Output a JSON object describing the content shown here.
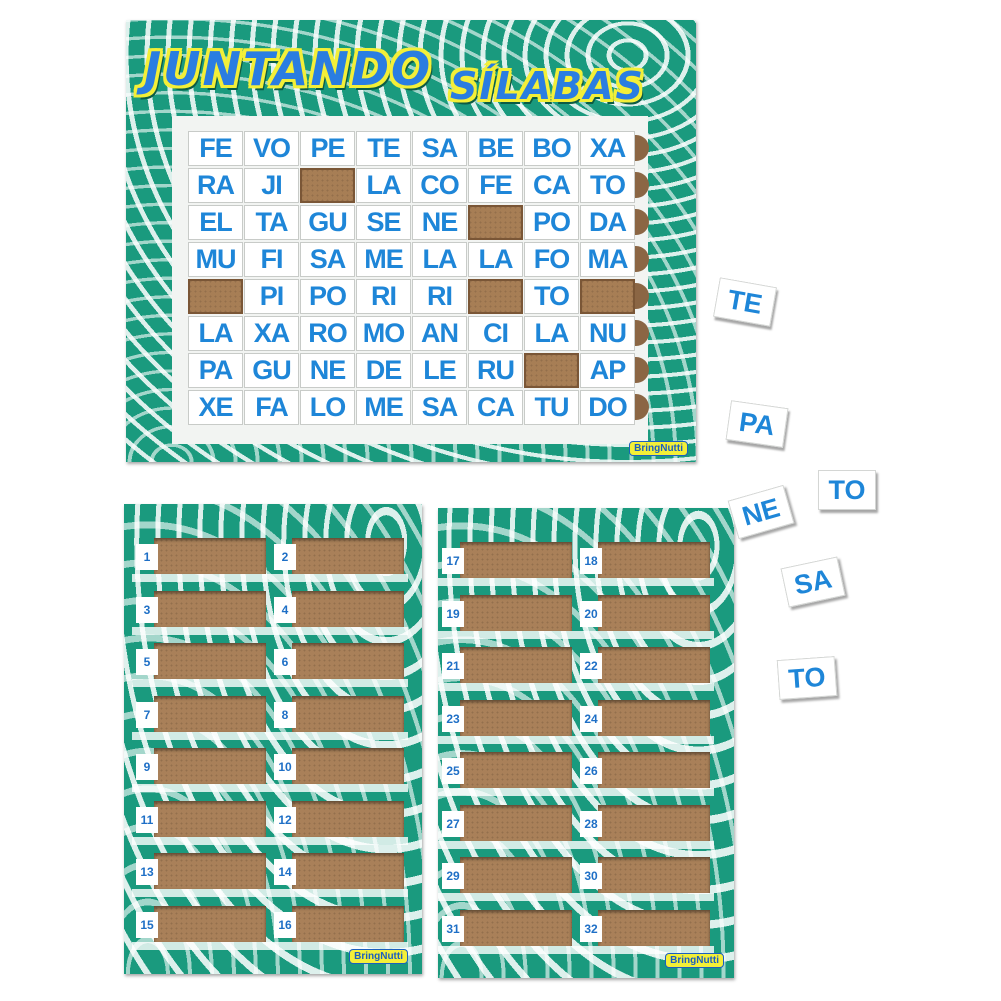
{
  "main_board": {
    "title_line1": "JUNTANDO",
    "title_line2": "SÍLABAS",
    "brand": "BringNutti",
    "grid": [
      [
        "FE",
        "VO",
        "PE",
        "TE",
        "SA",
        "BE",
        "BO",
        "XA"
      ],
      [
        "RA",
        "JI",
        "",
        "LA",
        "CO",
        "FE",
        "CA",
        "TO"
      ],
      [
        "EL",
        "TA",
        "GU",
        "SE",
        "NE",
        "",
        "PO",
        "DA"
      ],
      [
        "MU",
        "FI",
        "SA",
        "ME",
        "LA",
        "LA",
        "FO",
        "MA"
      ],
      [
        "",
        "PI",
        "PO",
        "RI",
        "RI",
        "",
        "TO",
        ""
      ],
      [
        "LA",
        "XA",
        "RO",
        "MO",
        "AN",
        "CI",
        "LA",
        "NU"
      ],
      [
        "PA",
        "GU",
        "NE",
        "DE",
        "LE",
        "RU",
        "",
        "AP"
      ],
      [
        "XE",
        "FA",
        "LO",
        "ME",
        "SA",
        "CA",
        "TU",
        "DO"
      ]
    ]
  },
  "left_board": {
    "brand": "BringNutti",
    "slots": [
      "1",
      "2",
      "3",
      "4",
      "5",
      "6",
      "7",
      "8",
      "9",
      "10",
      "11",
      "12",
      "13",
      "14",
      "15",
      "16"
    ]
  },
  "right_board": {
    "brand": "BringNutti",
    "slots": [
      "17",
      "18",
      "19",
      "20",
      "21",
      "22",
      "23",
      "24",
      "25",
      "26",
      "27",
      "28",
      "29",
      "30",
      "31",
      "32"
    ]
  },
  "loose_tiles": [
    "TE",
    "PA",
    "TO",
    "NE",
    "SA",
    "TO"
  ],
  "colors": {
    "board_green": "#1a9a7e",
    "syllable_blue": "#1e86d8",
    "title_yellow": "#f3ef38",
    "mdf_brown": "#a77e55"
  }
}
